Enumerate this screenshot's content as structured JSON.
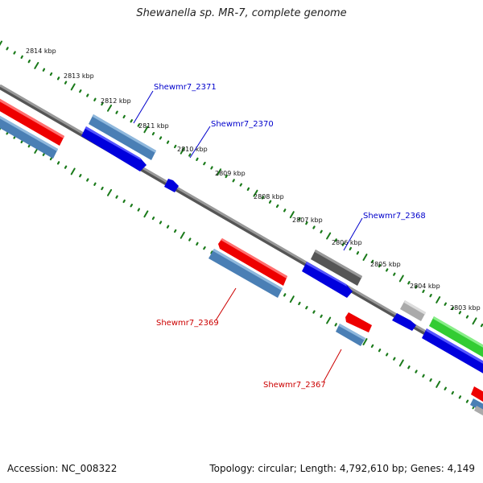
{
  "title": "Shewanella sp. MR-7, complete genome",
  "footer": {
    "accession": "Accession: NC_008322",
    "topology": "Topology: circular; Length: 4,792,610 bp; Genes: 4,149"
  },
  "colors": {
    "forward_cds": "#ee0000",
    "forward_cds_alt": "#4a7fb5",
    "reverse_cds": "#0000dd",
    "other_gene_dark": "#666666",
    "other_gene_light": "#bbbbbb",
    "rna_gene": "#33cc33",
    "backbone": "#888888",
    "tick": "#1a7a1a",
    "label_forward": "#cc0000",
    "label_reverse": "#0000cc"
  },
  "kbp_labels": [
    "2814 kbp",
    "2813 kbp",
    "2812 kbp",
    "2811 kbp",
    "2810 kbp",
    "2809 kbp",
    "2808 kbp",
    "2807 kbp",
    "2806 kbp",
    "2805 kbp",
    "2804 kbp",
    "2803 kbp"
  ],
  "gene_labels": [
    {
      "text": "Shewmr7_2371",
      "strand": "reverse"
    },
    {
      "text": "Shewmr7_2370",
      "strand": "reverse"
    },
    {
      "text": "Shewmr7_2368",
      "strand": "reverse"
    },
    {
      "text": "Shewmr7_2369",
      "strand": "forward"
    },
    {
      "text": "Shewmr7_2367",
      "strand": "forward"
    }
  ]
}
